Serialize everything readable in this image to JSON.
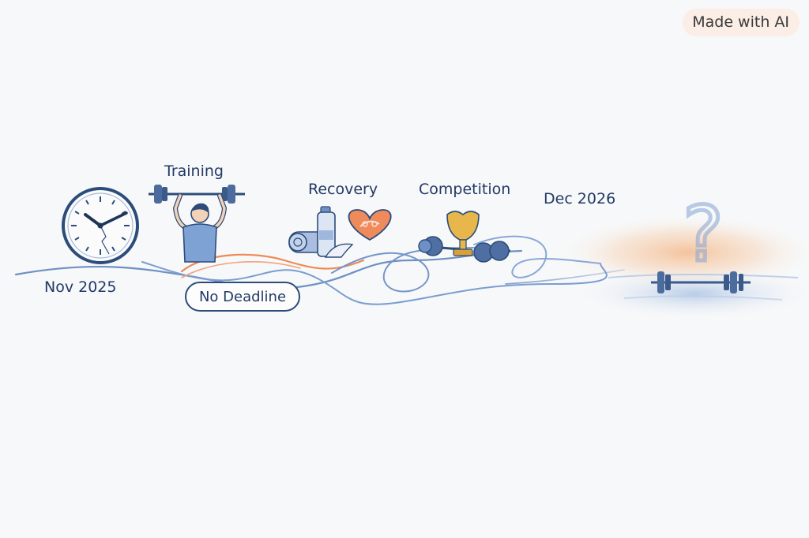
{
  "badge": "Made with AI",
  "labels": {
    "start_date": "Nov 2025",
    "training": "Training",
    "deadline": "No Deadline",
    "recovery": "Recovery",
    "competition": "Competition",
    "end_date": "Dec 2026",
    "unknown": "?"
  },
  "colors": {
    "ink": "#2c4c7a",
    "stroke_blue": "#6e90c4",
    "accent_orange": "#ee8a55",
    "trophy_gold": "#e8b74c",
    "heart": "#ef8a5c"
  },
  "icons": [
    "clock-icon",
    "weightlifter-icon",
    "yoga-mat-icon",
    "water-bottle-icon",
    "heart-icon",
    "dumbbell-icon",
    "trophy-icon",
    "barbell-icon",
    "question-mark-icon"
  ]
}
